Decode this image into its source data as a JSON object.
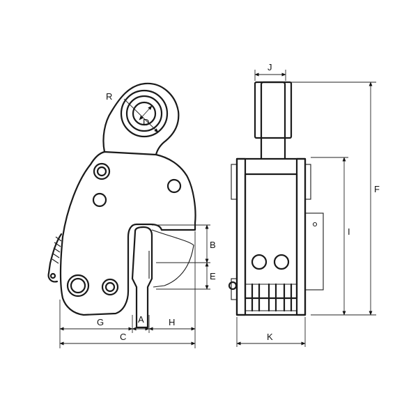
{
  "labels": {
    "A": "A",
    "B": "B",
    "C": "C",
    "D": "D",
    "E": "E",
    "F": "F",
    "G": "G",
    "H": "H",
    "I": "I",
    "J": "J",
    "K": "K",
    "R": "R"
  },
  "colors": {
    "ink": "#1a1a1a",
    "background": "#ffffff"
  }
}
